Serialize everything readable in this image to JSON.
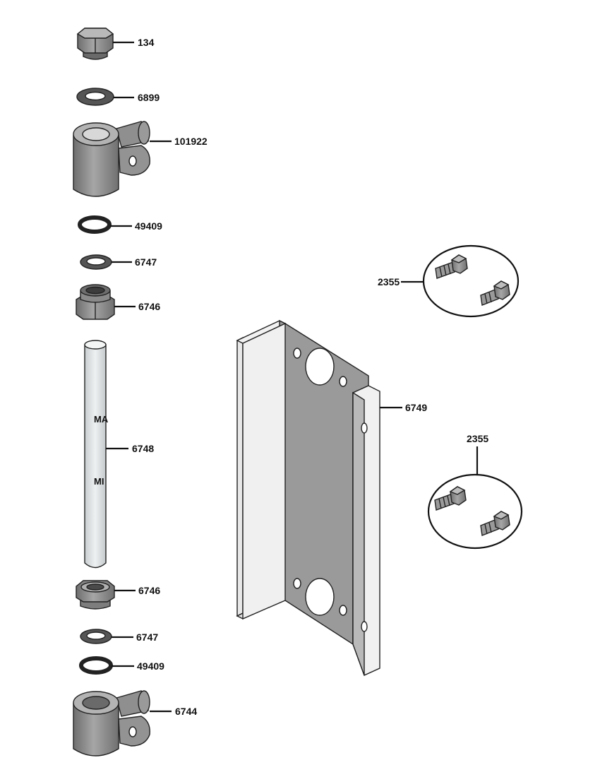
{
  "parts": {
    "plug": "134",
    "washer_top": "6899",
    "valve_top": "101922",
    "oring_top": "49409",
    "gasket_top": "6747",
    "nut_top": "6746",
    "tube": "6748",
    "nut_bottom": "6746",
    "gasket_bottom": "6747",
    "oring_bottom": "49409",
    "valve_bottom": "6744",
    "bracket": "6749",
    "bolts_upper": "2355",
    "bolts_lower": "2355"
  },
  "tube_marking": {
    "upper": "MA",
    "lower": "MI"
  },
  "colors": {
    "part_fill": "#8c8c8c",
    "part_dark": "#5f5f5f",
    "part_light": "#b4b4b4",
    "tube_fill": "#dfe3e4",
    "outline": "#222222"
  }
}
